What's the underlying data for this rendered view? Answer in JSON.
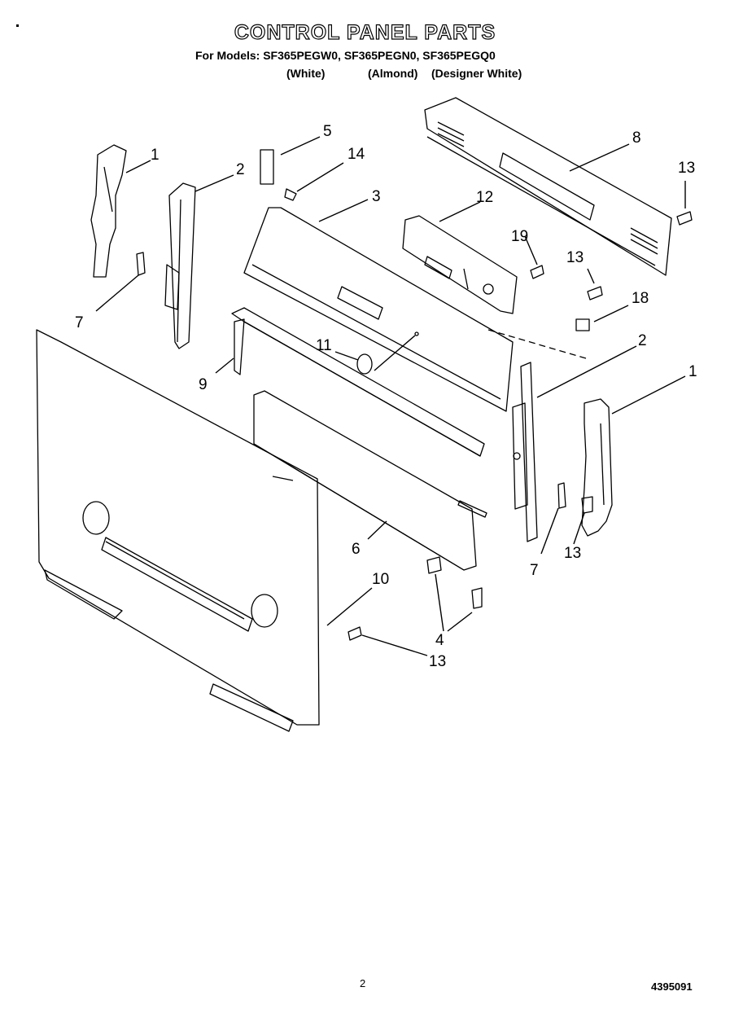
{
  "header": {
    "title": "CONTROL PANEL PARTS",
    "models_line": "For Models: SF365PEGW0, SF365PEGN0, SF365PEGQ0",
    "color_white": "(White)",
    "color_almond": "(Almond)",
    "color_designer": "(Designer White)"
  },
  "callouts": {
    "p1_left": "1",
    "p2_left": "2",
    "p5": "5",
    "p14": "14",
    "p3": "3",
    "p8": "8",
    "p13_top": "13",
    "p12": "12",
    "p19": "19",
    "p13_mid": "13",
    "p18": "18",
    "p7_left": "7",
    "p11": "11",
    "p9": "9",
    "p2_right": "2",
    "p1_right": "1",
    "p6": "6",
    "p7_right": "7",
    "p13_right": "13",
    "p10": "10",
    "p4": "4",
    "p13_bottom": "13"
  },
  "footer": {
    "page_number": "2",
    "doc_number": "4395091"
  }
}
